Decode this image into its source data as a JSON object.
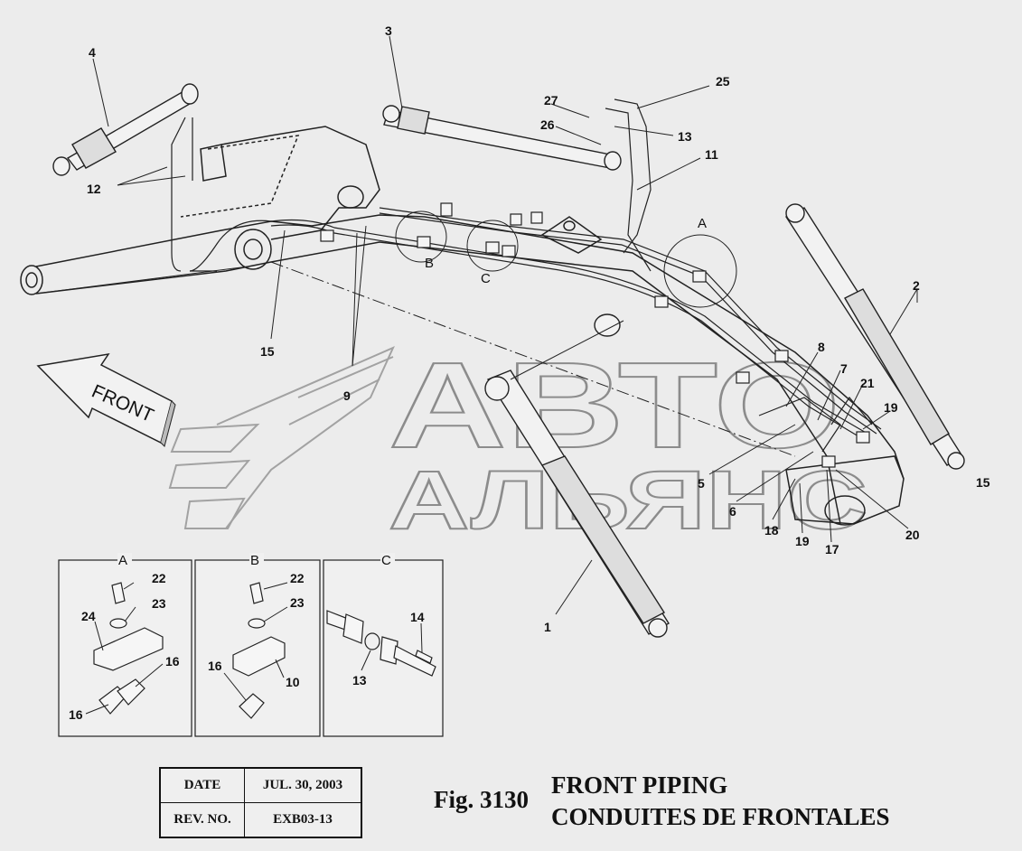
{
  "watermark": {
    "line1": "АВТО",
    "line2": "АЛЬЯНС"
  },
  "front_arrow": {
    "label": "FRONT"
  },
  "detail_letters": {
    "a": "A",
    "b": "B",
    "c": "C"
  },
  "callouts": {
    "c1": "1",
    "c2": "2",
    "c3": "3",
    "c4": "4",
    "c5": "5",
    "c6": "6",
    "c7": "7",
    "c8": "8",
    "c9": "9",
    "c11": "11",
    "c12": "12",
    "c13": "13",
    "c15a": "15",
    "c15b": "15",
    "c17": "17",
    "c18": "18",
    "c19a": "19",
    "c19b": "19",
    "c20": "20",
    "c21": "21",
    "c25": "25",
    "c26": "26",
    "c27": "27",
    "inset_a": {
      "c22": "22",
      "c23": "23",
      "c24": "24",
      "c16a": "16",
      "c16b": "16"
    },
    "inset_b": {
      "c22": "22",
      "c23": "23",
      "c10": "10",
      "c16": "16"
    },
    "inset_c": {
      "c14": "14",
      "c13": "13"
    }
  },
  "info_table": {
    "date_label": "DATE",
    "date_value": "JUL. 30, 2003",
    "rev_label": "REV. NO.",
    "rev_value": "EXB03-13"
  },
  "figure": {
    "number": "Fig. 3130",
    "title_en": "FRONT PIPING",
    "title_fr": "CONDUITES DE FRONTALES"
  }
}
